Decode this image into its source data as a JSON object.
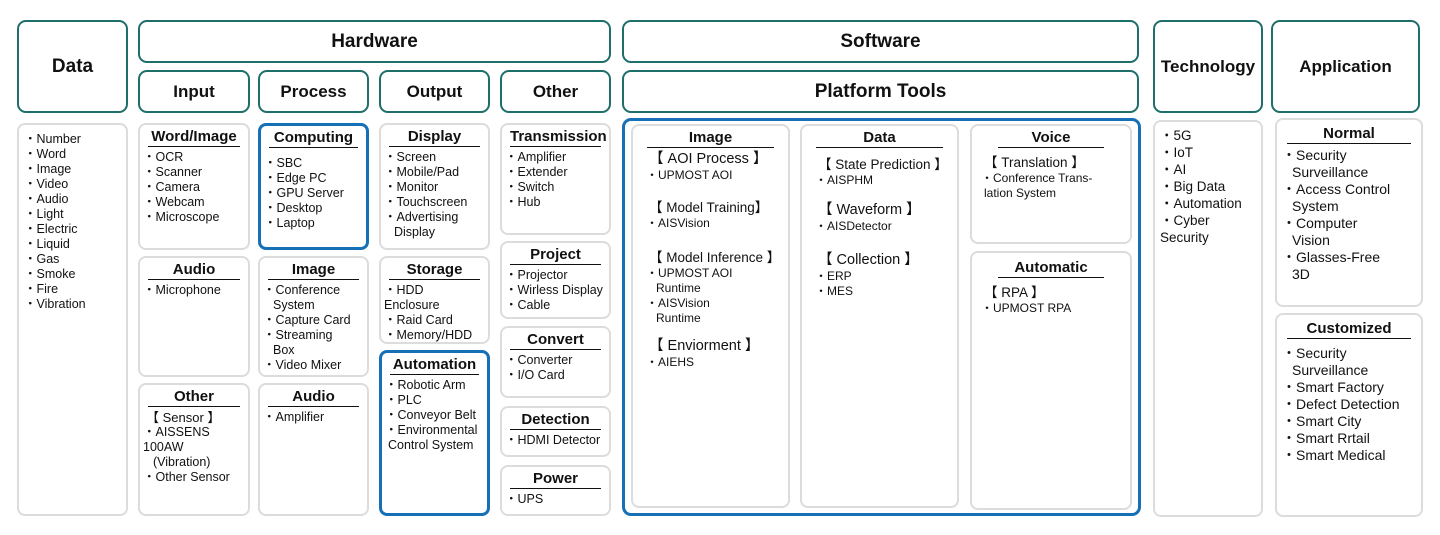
{
  "headers": {
    "data": "Data",
    "hardware": "Hardware",
    "input": "Input",
    "process": "Process",
    "output": "Output",
    "other": "Other",
    "software": "Software",
    "platform_tools": "Platform Tools",
    "technology": "Technology",
    "application": "Application"
  },
  "colors": {
    "header_border": "#1e6e6a",
    "highlight_border": "#1670b5",
    "card_border": "#dcdcdc"
  },
  "data_list": [
    "Number",
    "Word",
    "Image",
    "Video",
    "Audio",
    "Light",
    "Electric",
    "Liquid",
    "Gas",
    "Smoke",
    "Fire",
    "Vibration"
  ],
  "input": {
    "word_image": {
      "title": "Word/Image",
      "items": [
        "OCR",
        "Scanner",
        "Camera",
        "Webcam",
        "Microscope"
      ]
    },
    "audio": {
      "title": "Audio",
      "items": [
        "Microphone"
      ]
    },
    "other": {
      "title": "Other",
      "group": "【 Sensor 】",
      "items": [
        "AISSENS 100AW",
        "(Vibration)",
        "Other Sensor"
      ]
    }
  },
  "process": {
    "computing": {
      "title": "Computing",
      "items": [
        "SBC",
        "Edge PC",
        "GPU Server",
        "Desktop",
        "Laptop"
      ]
    },
    "image": {
      "title": "Image",
      "items": [
        "Conference",
        "System",
        "Capture Card",
        "Streaming",
        "Box",
        "Video Mixer"
      ]
    },
    "audio": {
      "title": "Audio",
      "items": [
        "Amplifier"
      ]
    }
  },
  "output": {
    "display": {
      "title": "Display",
      "items": [
        "Screen",
        "Mobile/Pad",
        "Monitor",
        "Touchscreen",
        "Advertising",
        "Display"
      ]
    },
    "storage": {
      "title": "Storage",
      "items": [
        "HDD Enclosure",
        "Raid Card",
        "Memory/HDD"
      ]
    },
    "automation": {
      "title": "Automation",
      "items": [
        "Robotic Arm",
        "PLC",
        "Conveyor Belt",
        "Environmental",
        "Control System"
      ]
    }
  },
  "other": {
    "transmission": {
      "title": "Transmission",
      "items": [
        "Amplifier",
        "Extender",
        "Switch",
        "Hub"
      ]
    },
    "project": {
      "title": "Project",
      "items": [
        "Projector",
        "Wirless Display",
        "Cable"
      ]
    },
    "convert": {
      "title": "Convert",
      "items": [
        "Converter",
        "I/O Card"
      ]
    },
    "detection": {
      "title": "Detection",
      "items": [
        "HDMI Detector"
      ]
    },
    "power": {
      "title": "Power",
      "items": [
        "UPS"
      ]
    }
  },
  "platform": {
    "image": {
      "title": "Image",
      "groups": [
        {
          "title": "【 AOI Process 】",
          "items": [
            "UPMOST AOI"
          ]
        },
        {
          "title": "【 Model Training】",
          "items": [
            "AISVision"
          ]
        },
        {
          "title": "【 Model Inference 】",
          "items": [
            "UPMOST AOI",
            "Runtime",
            "AISVision",
            "Runtime"
          ]
        },
        {
          "title": "【 Enviorment 】",
          "items": [
            "AIEHS"
          ]
        }
      ]
    },
    "data": {
      "title": "Data",
      "groups": [
        {
          "title": "【 State Prediction 】",
          "items": [
            "AISPHM"
          ]
        },
        {
          "title": "【 Waveform 】",
          "items": [
            "AISDetector"
          ]
        },
        {
          "title": "【 Collection 】",
          "items": [
            "ERP",
            "MES"
          ]
        }
      ]
    },
    "voice": {
      "title": "Voice",
      "groups": [
        {
          "title": "【 Translation 】",
          "items": [
            "Conference Trans-",
            "lation System"
          ]
        }
      ]
    },
    "automatic": {
      "title": "Automatic",
      "groups": [
        {
          "title": "【 RPA 】",
          "items": [
            "UPMOST RPA"
          ]
        }
      ]
    }
  },
  "technology_list": [
    "5G",
    "IoT",
    "AI",
    "Big Data",
    "Automation",
    "Cyber Security"
  ],
  "application": {
    "normal": {
      "title": "Normal",
      "items": [
        "Security",
        "Surveillance",
        "Access Control",
        "System",
        "Computer",
        "Vision",
        "Glasses-Free",
        "3D"
      ]
    },
    "customized": {
      "title": "Customized",
      "items": [
        "Security",
        "Surveillance",
        "Smart Factory",
        "Defect Detection",
        "Smart City",
        "Smart Rrtail",
        "Smart Medical"
      ]
    }
  },
  "bullet": "・"
}
